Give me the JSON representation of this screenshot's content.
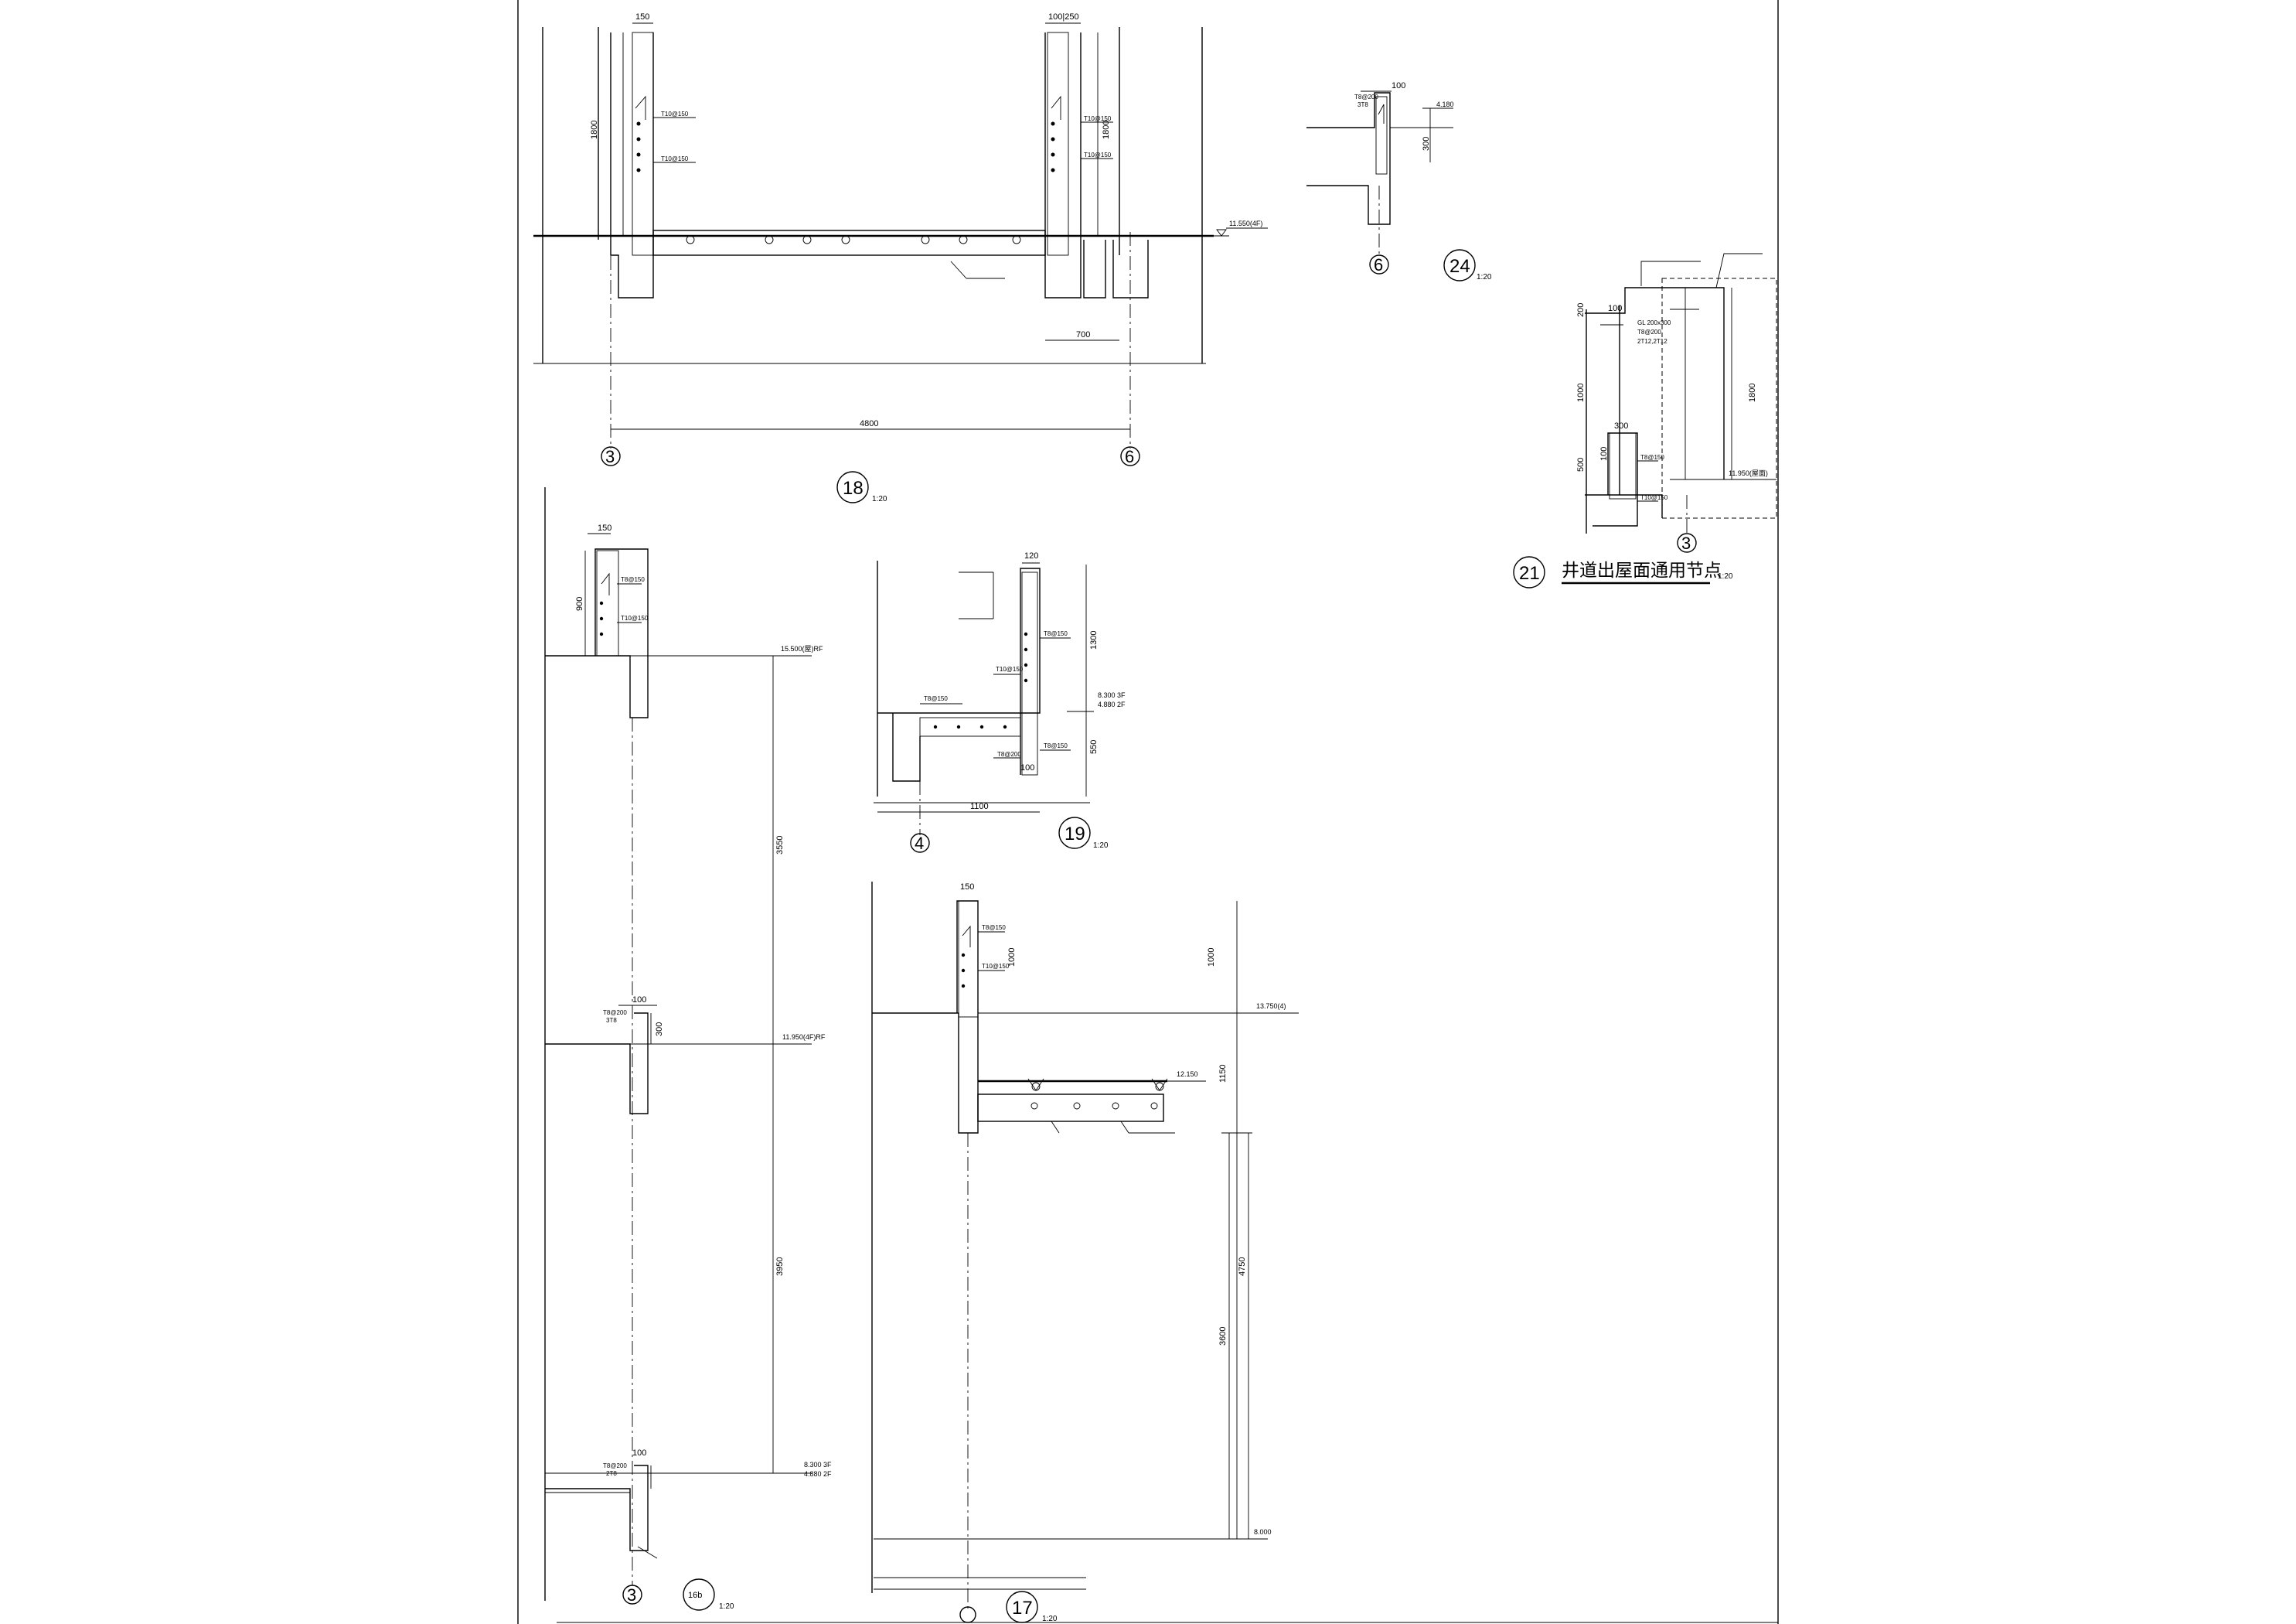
{
  "drawing": {
    "details": {
      "d18": {
        "tag": "18",
        "scale": "1:20",
        "dims": {
          "d150": "150",
          "d1800": "1800",
          "d1800b": "1800",
          "d700": "700",
          "d4800": "4800",
          "d100250": "100|250"
        },
        "rebar": {
          "r1": "Τ10@150",
          "r2": "Τ10@150",
          "r3": "Τ10@150",
          "r4": "Τ10@150"
        },
        "level": "11.550(4F)",
        "axes": {
          "a": "3",
          "b": "6"
        }
      },
      "d24": {
        "tag": "24",
        "scale": "1:20",
        "dims": {
          "d100": "100",
          "d300": "300"
        },
        "rebar": {
          "r1": "Τ8@200",
          "r2": "3Τ8"
        },
        "level": "4.180",
        "axis": "6"
      },
      "d21": {
        "tag": "21",
        "scale": "1:20",
        "title": "井道出屋面通用节点",
        "dims": {
          "d200": "200",
          "d100": "100",
          "d1000": "1000",
          "d1800": "1800",
          "d500": "500",
          "d300": "300",
          "d100b": "100"
        },
        "rebar": {
          "r1": "GL 200x300",
          "r2": "Τ8@200",
          "r3": "2Τ12,2Τ12",
          "r4": "Τ8@150",
          "r5": "Τ10@150"
        },
        "level": "11.950(屋面)",
        "axis": "3"
      },
      "d19": {
        "tag": "19",
        "scale": "1:20",
        "dims": {
          "d120": "120",
          "d1300": "1300",
          "d550": "550",
          "d1100": "1100",
          "d100": "100"
        },
        "rebar": {
          "r1": "Τ8@150",
          "r2": "Τ10@150",
          "r3": "Τ8@150",
          "r4": "Τ8@200",
          "r5": "Τ8@150"
        },
        "levels": {
          "l1": "8.300 3F",
          "l2": "4.880 2F"
        },
        "axis": "4"
      },
      "d16b": {
        "tag": "16b",
        "scale": "1:20",
        "dims": {
          "d150": "150",
          "d900": "900",
          "d3550": "3550",
          "d3950": "3950",
          "d100a": "100",
          "d100b": "100",
          "d300": "300"
        },
        "rebar": {
          "r1": "Τ8@150",
          "r2": "Τ10@150",
          "r3": "Τ8@200",
          "r4": "3Τ8",
          "r5": "Τ8@200",
          "r6": "2Τ8"
        },
        "levels": {
          "l1": "15.500(屋)RF",
          "l2": "11.950(4F)RF",
          "l3": "8.300 3F",
          "l4": "4.880 2F"
        },
        "axis": "3"
      },
      "d17": {
        "tag": "17",
        "scale": "1:20",
        "dims": {
          "d150": "150",
          "d1000": "1000",
          "d1000b": "1000",
          "d1150": "1150",
          "d4750": "4750",
          "d3600": "3600"
        },
        "rebar": {
          "r1": "Τ8@150",
          "r2": "Τ10@150"
        },
        "levels": {
          "l1": "13.750(4)",
          "l2": "12.150",
          "l3": "8.000"
        }
      }
    }
  }
}
